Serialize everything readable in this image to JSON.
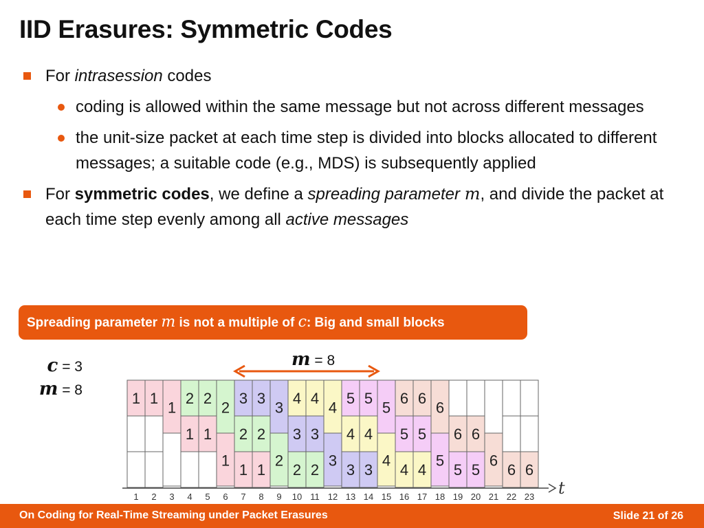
{
  "slide": {
    "title": "IID Erasures: Symmetric Codes",
    "bullet1": {
      "pre": "For ",
      "em": "intrasession",
      "post": " codes"
    },
    "bullet1_sub": [
      "coding is allowed within the same message but not across different messages",
      "the unit-size packet at each time step is divided into blocks allocated to different messages; a suitable code (e.g., MDS) is subsequently applied"
    ],
    "bullet2": {
      "pre": "For ",
      "strong": "symmetric codes",
      "mid": ", we define a ",
      "em1": "spreading parameter",
      "math": "m",
      "mid2": ", and divide the packet at each time step evenly among all ",
      "em2": "active messages"
    }
  },
  "callout": {
    "pre": "Spreading parameter ",
    "math1": "m",
    "mid": " is not a multiple of ",
    "math2": "c",
    "post": ": Big and small blocks"
  },
  "params": {
    "c_sym": "c",
    "c_val": " = 3",
    "m_sym": "m",
    "m_val": " = 8"
  },
  "span_label": {
    "sym": "m",
    "val": " = 8"
  },
  "axis": {
    "label": "t",
    "ticks": [
      "1",
      "2",
      "3",
      "4",
      "5",
      "6",
      "7",
      "8",
      "9",
      "10",
      "11",
      "12",
      "13",
      "14",
      "15",
      "16",
      "17",
      "18",
      "19",
      "20",
      "21",
      "22",
      "23"
    ]
  },
  "colors": {
    "accent": "#e8580f",
    "message_colors": [
      "#fad5dc",
      "#d5f5cf",
      "#cfcaf3",
      "#fbf7c6",
      "#f5cdf7",
      "#f7ddd6"
    ]
  },
  "block_rows": {
    "big_rows": [
      [
        "1",
        "1",
        "",
        "2",
        "2",
        "",
        "3",
        "3",
        "",
        "4",
        "4",
        "",
        "5",
        "5",
        "",
        "6",
        "6",
        "",
        "",
        "",
        "",
        "",
        ""
      ],
      [
        "",
        "",
        "",
        "1",
        "1",
        "",
        "2",
        "2",
        "",
        "3",
        "3",
        "",
        "4",
        "4",
        "",
        "5",
        "5",
        "",
        "6",
        "6",
        "",
        "",
        ""
      ],
      [
        "",
        "",
        "",
        "",
        "",
        "",
        "1",
        "1",
        "",
        "2",
        "2",
        "",
        "3",
        "3",
        "",
        "4",
        "4",
        "",
        "5",
        "5",
        "",
        "6",
        "6"
      ]
    ],
    "small_labels": [
      "",
      "",
      "1",
      "",
      "",
      "2",
      "",
      "",
      "3",
      "",
      "",
      "4",
      "",
      "",
      "5",
      "",
      "",
      "6",
      "",
      "",
      "",
      "",
      ""
    ]
  },
  "footer": {
    "title": "On Coding for Real-Time Streaming under Packet Erasures",
    "slide": "Slide 21 of 26"
  }
}
